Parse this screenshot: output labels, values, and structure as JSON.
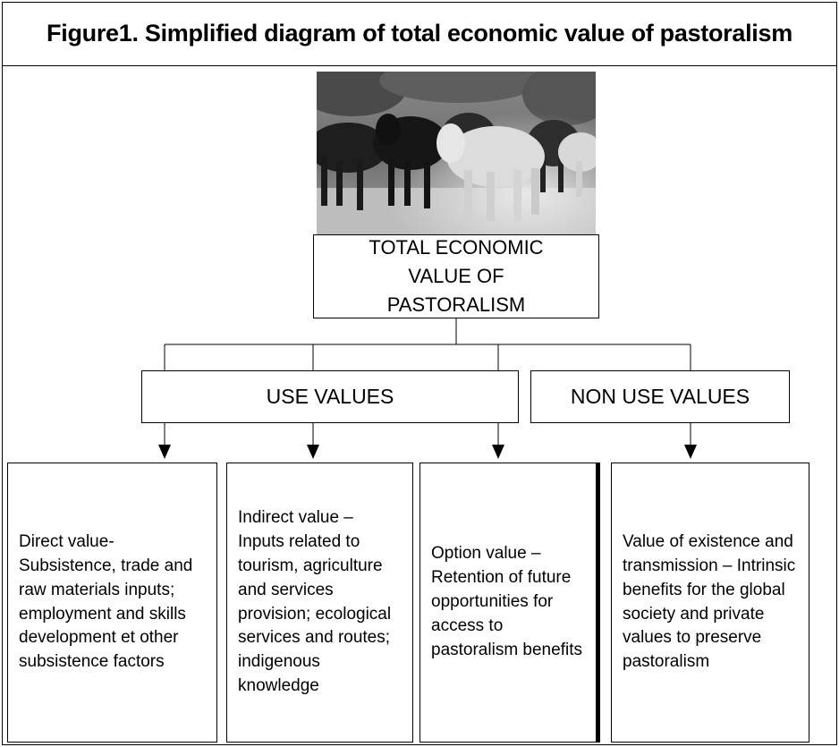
{
  "title": "Figure1. Simplified diagram of total economic value of pastoralism",
  "photo": {
    "description_icon": "cattle-photo"
  },
  "root": {
    "label": "TOTAL ECONOMIC VALUE OF PASTORALISM"
  },
  "categories": {
    "use": "USE VALUES",
    "non_use": "NON USE VALUES"
  },
  "leaves": [
    {
      "label": "Direct value- Subsistence, trade and raw materials inputs; employment and skills development et other subsistence factors"
    },
    {
      "label": "Indirect value – Inputs related to tourism, agriculture and services provision; ecological services and routes; indigenous knowledge"
    },
    {
      "label": "Option value – Retention of future opportunities for access to pastoralism benefits"
    },
    {
      "label": "Value of existence and transmission – Intrinsic benefits for the global society and private values to preserve pastoralism"
    }
  ]
}
